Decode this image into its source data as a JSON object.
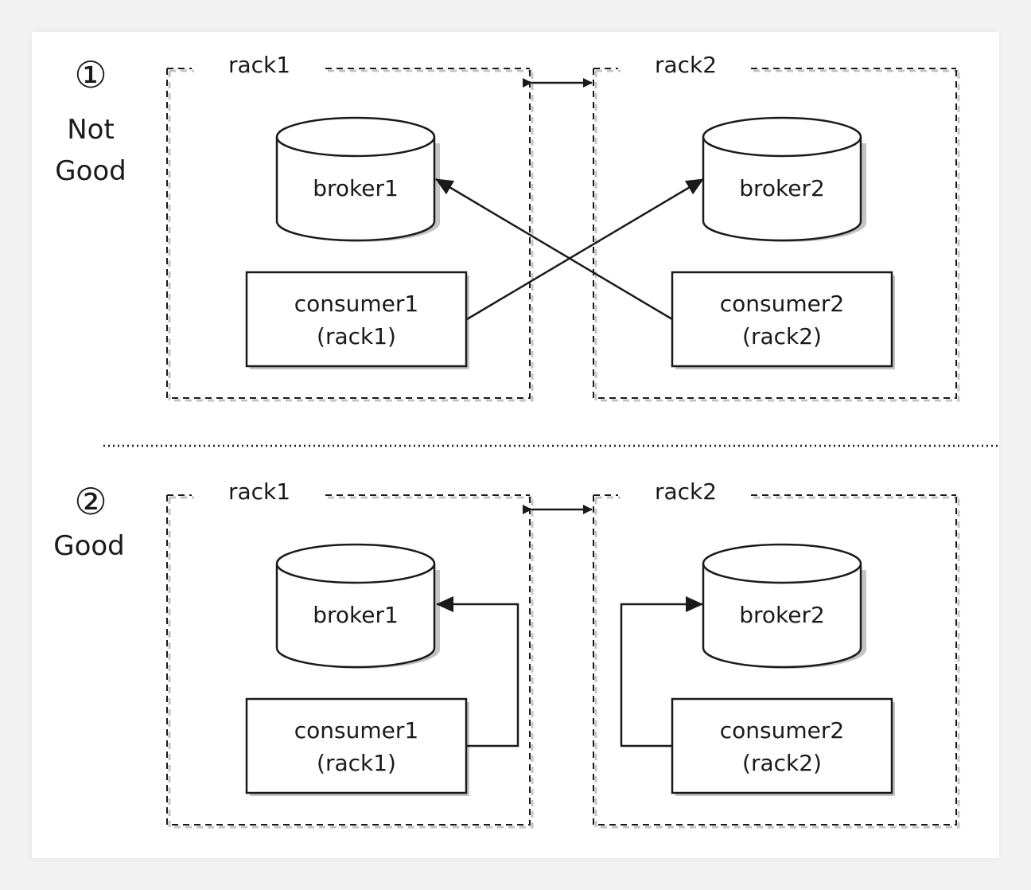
{
  "sections": [
    {
      "number": "①",
      "label_lines": [
        "Not",
        "Good"
      ],
      "racks": [
        {
          "name": "rack1",
          "broker": "broker1",
          "consumer": [
            "consumer1",
            "(rack1)"
          ]
        },
        {
          "name": "rack2",
          "broker": "broker2",
          "consumer": [
            "consumer2",
            "(rack2)"
          ]
        }
      ]
    },
    {
      "number": "②",
      "label_lines": [
        "Good"
      ],
      "racks": [
        {
          "name": "rack1",
          "broker": "broker1",
          "consumer": [
            "consumer1",
            "(rack1)"
          ]
        },
        {
          "name": "rack2",
          "broker": "broker2",
          "consumer": [
            "consumer2",
            "(rack2)"
          ]
        }
      ]
    }
  ],
  "colors": {
    "stroke": "#1a1a1a",
    "shadow": "#b8b8b8",
    "background": "#ffffff"
  }
}
